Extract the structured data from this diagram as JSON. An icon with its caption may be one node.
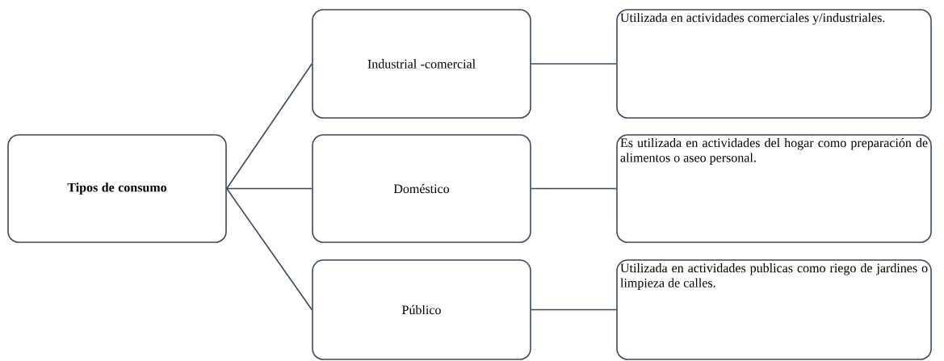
{
  "diagram": {
    "nodes": [
      {
        "text": [
          "Tipos de consumo"
        ]
      },
      {
        "text": [
          "Industrial -comercial"
        ]
      },
      {
        "text": [
          "Doméstico"
        ]
      },
      {
        "text": [
          "Público"
        ]
      },
      {
        "text": [
          "Utilizada en actividades comerciales y/industriales."
        ]
      },
      {
        "text": [
          "Es utilizada en actividades del hogar como preparación de alimentos o aseo personal."
        ]
      },
      {
        "text": [
          "Utilizada en actividades publicas como riego de jardines o limpieza de calles."
        ]
      }
    ],
    "edges": [
      {
        "from": 0,
        "to": 1,
        "arrow": "none"
      },
      {
        "from": 0,
        "to": 2,
        "arrow": "none"
      },
      {
        "from": 0,
        "to": 3,
        "arrow": "none"
      },
      {
        "from": 1,
        "to": 4,
        "arrow": "none"
      },
      {
        "from": 2,
        "to": 5,
        "arrow": "none"
      },
      {
        "from": 3,
        "to": 6,
        "arrow": "none"
      }
    ]
  }
}
